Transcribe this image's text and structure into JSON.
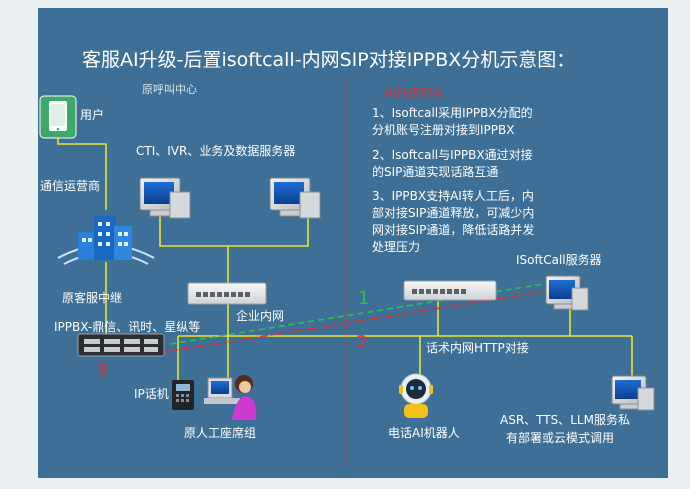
{
  "title": "客服AI升级-后置isoftcall-内网SIP对接IPPBX分机示意图：",
  "left_section": "原呼叫中心",
  "right_section": "AI升级部分",
  "notes": [
    [
      "1、Isoftcall采用IPPBX分配的",
      "分机账号注册对接到IPPBX"
    ],
    [
      "2、Isoftcall与IPPBX通过对接",
      "的SIP通道实现话路互通"
    ],
    [
      "3、IPPBX支持AI转人工后，内",
      "部对接SIP通道释放，可减少内",
      "网对接SIP通道，降低话路并发",
      "处理压力"
    ]
  ],
  "labels": {
    "user": "用户",
    "carrier": "通信运营商",
    "servers": "CTI、IVR、业务及数据服务器",
    "relay": "原客服中继",
    "ippbx": "IPPBX-鼎信、讯时、星纵等",
    "intranet": "企业内网",
    "ip_phone": "IP话机",
    "agents": "原人工座席组",
    "isoftcall_server": "ISoftCall服务器",
    "http": "话术内网HTTP对接",
    "ai_robot": "电话AI机器人",
    "asr": [
      "ASR、TTS、LLM服务私",
      "有部署或云模式调用"
    ]
  },
  "markers": {
    "one": "1",
    "two": "2",
    "three": "3"
  },
  "colors": {
    "panel": "#3e6f96",
    "link": "#e6e62a",
    "sip_green": "#2fbf4f",
    "red_marker": "#e03030"
  },
  "icons": [
    "phone-icon",
    "building-icon",
    "desktop-computer-icon",
    "network-switch-icon",
    "ippbx-rack-icon",
    "ip-phone-icon",
    "agent-icon",
    "ai-robot-icon"
  ]
}
